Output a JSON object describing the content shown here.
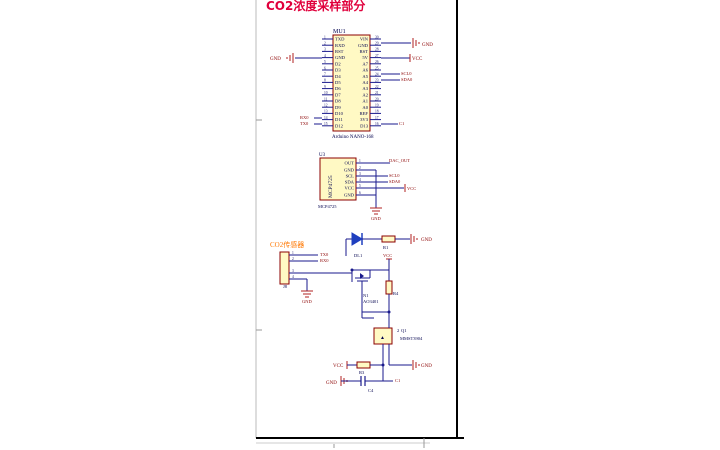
{
  "title": "CO2浓度采样部分",
  "mcu": {
    "ref": "MU1",
    "part": "Arduino NANO-168",
    "left_pins": [
      "1",
      "2",
      "3",
      "4",
      "5",
      "6",
      "7",
      "8",
      "9",
      "10",
      "11",
      "12",
      "13",
      "14",
      "15"
    ],
    "left_names": [
      "TXD",
      "RXD",
      "RST",
      "GND",
      "D2",
      "D3",
      "D4",
      "D5",
      "D6",
      "D7",
      "D8",
      "D9",
      "D10",
      "D11",
      "D12"
    ],
    "right_names": [
      "VIN",
      "GND",
      "RST",
      "5V",
      "A7",
      "A6",
      "A5",
      "A4",
      "A3",
      "A2",
      "A1",
      "A0",
      "REF",
      "3V3",
      "D13"
    ],
    "right_pins": [
      "30",
      "29",
      "28",
      "27",
      "26",
      "25",
      "24",
      "23",
      "22",
      "21",
      "20",
      "19",
      "18",
      "17",
      "16"
    ],
    "gnd_right": "GND",
    "vcc_right": "VCC",
    "gnd_left": "GND",
    "sdl": "SCL0",
    "sda": "SDA0",
    "rx": "RX0",
    "tx": "TX0",
    "c1": "C1"
  },
  "dac": {
    "ref": "U3",
    "part": "MCP4725",
    "vertical": "MCP4725",
    "pins": [
      "OUT",
      "GND",
      "SCL",
      "SDA",
      "VCC",
      "GND"
    ],
    "pin_nums": [
      "1",
      "2",
      "3",
      "4",
      "5",
      "6"
    ],
    "out_net": "DAC_OUT",
    "scl_net": "SCL0",
    "sda_net": "SDA0",
    "vcc_net": "VCC",
    "gnd_net": "GND"
  },
  "sensor": {
    "label": "CO2传感器",
    "ref": "J8",
    "pins": [
      "1",
      "2",
      "3",
      "4"
    ],
    "tx": "TX0",
    "rx": "RX0",
    "gnd": "GND"
  },
  "diode": {
    "ref": "DL1"
  },
  "r1": {
    "ref": "R1",
    "gnd": "GND"
  },
  "vcc_top": "VCC",
  "mosfet": {
    "ref": "N1",
    "part": "AO3401"
  },
  "r4": {
    "ref": "R4"
  },
  "u1": {
    "ref": "Q1",
    "part": "MMST3904",
    "pin2": "2"
  },
  "r3": {
    "ref": "R3",
    "vcc": "VCC"
  },
  "c4": {
    "ref": "C4",
    "gnd_left": "GND",
    "net": "C1"
  },
  "gnd_right_bottom": "GND",
  "colors": {
    "title": "#e0003c",
    "sensor_label": "#ff7700",
    "wire": "#1a1a8c",
    "body_fill": "#fff9c4",
    "body_stroke": "#8b0000",
    "diode": "#1f3fbf"
  }
}
